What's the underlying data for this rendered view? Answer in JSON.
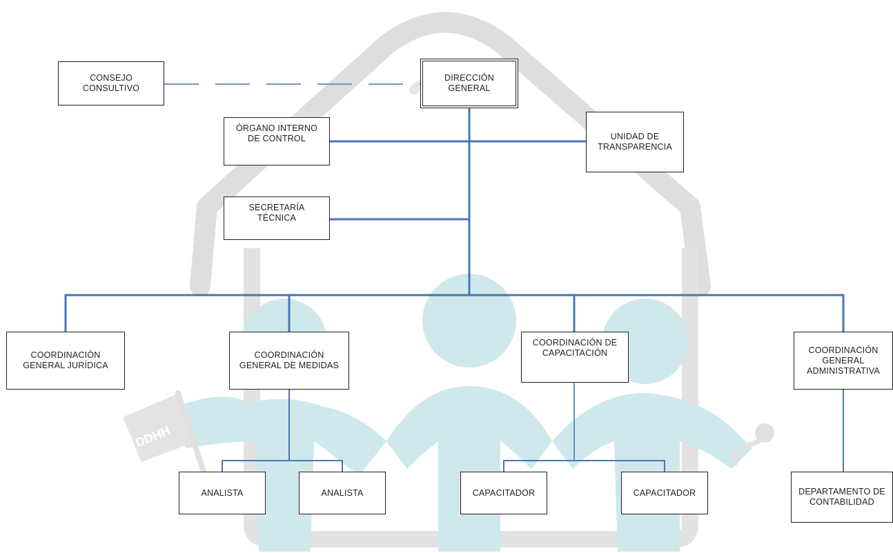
{
  "watermark": {
    "flag_text": "DDHH",
    "colors": {
      "house": "#dedede",
      "figures": "#cfe8ec",
      "flag": "#e3e3e3"
    }
  },
  "colors": {
    "connector": "#4a74b4",
    "dashed_connector": "#6f93c4",
    "box_border": "#1f1f1f"
  },
  "nodes": {
    "consejo": "CONSEJO\nCONSULTIVO",
    "direccion": "DIRECCIÓN\nGENERAL",
    "organo": "ÓRGANO INTERNO\nDE CONTROL",
    "unidad": "UNIDAD DE\nTRANSPARENCIA",
    "secretaria": "SECRETARÍA\nTÉCNICA",
    "coord_juridica": "COORDINACIÓN\nGENERAL JURÍDICA",
    "coord_medidas": "COORDINACIÓN\nGENERAL DE MEDIDAS",
    "coord_capacitacion": "COORDINACIÓN DE\nCAPACITACIÓN",
    "coord_administrativa": "COORDINACIÓN\nGENERAL\nADMINISTRATIVA",
    "analista_1": "ANALISTA",
    "analista_2": "ANALISTA",
    "capacitador_1": "CAPACITADOR",
    "capacitador_2": "CAPACITADOR",
    "depto_contabilidad": "DEPARTAMENTO DE\nCONTABILIDAD"
  }
}
